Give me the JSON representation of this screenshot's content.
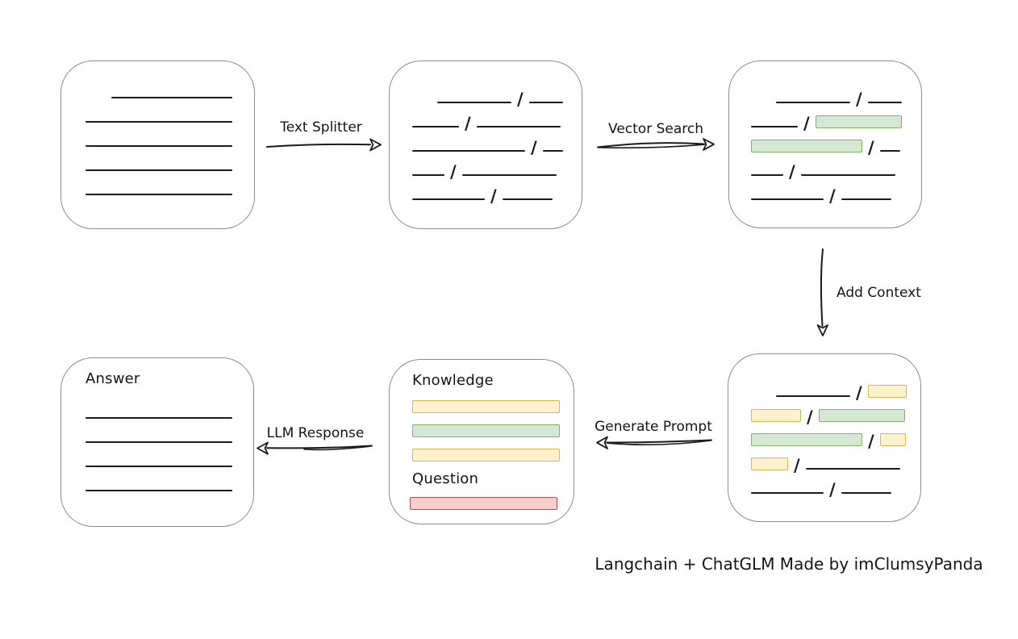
{
  "caption": "Langchain + ChatGLM Made by imClumsyPanda",
  "colors": {
    "box_border": "#8c8c8c",
    "line": "#1b1b1b",
    "green_fill": "#d5e8d4",
    "green_border": "#82b366",
    "yellow_fill": "#fff2cc",
    "yellow_border": "#d6b656",
    "red_fill": "#f8cecc",
    "red_border": "#b85450"
  },
  "arrows": {
    "text_splitter": {
      "label": "Text Splitter"
    },
    "vector_search": {
      "label": "Vector Search"
    },
    "add_context": {
      "label": "Add Context"
    },
    "generate_prompt": {
      "label": "Generate Prompt"
    },
    "llm_response": {
      "label": "LLM Response"
    }
  },
  "nodes": {
    "document": {
      "rows": [
        {
          "indent": 32,
          "segments": [
            {
              "type": "line",
              "w": 150
            }
          ]
        },
        {
          "segments": [
            {
              "type": "line",
              "w": 182
            }
          ]
        },
        {
          "segments": [
            {
              "type": "line",
              "w": 182
            }
          ]
        },
        {
          "segments": [
            {
              "type": "line",
              "w": 182
            }
          ]
        },
        {
          "segments": [
            {
              "type": "line",
              "w": 182
            }
          ]
        }
      ]
    },
    "chunks": {
      "rows": [
        {
          "indent": 31,
          "segments": [
            {
              "type": "line",
              "w": 92
            },
            {
              "type": "slash"
            },
            {
              "type": "line",
              "w": 42
            }
          ]
        },
        {
          "segments": [
            {
              "type": "line",
              "w": 58
            },
            {
              "type": "slash"
            },
            {
              "type": "line",
              "w": 104
            }
          ]
        },
        {
          "segments": [
            {
              "type": "line",
              "w": 140
            },
            {
              "type": "slash"
            },
            {
              "type": "line",
              "w": 25
            }
          ]
        },
        {
          "segments": [
            {
              "type": "line",
              "w": 40
            },
            {
              "type": "slash"
            },
            {
              "type": "line",
              "w": 117
            }
          ]
        },
        {
          "segments": [
            {
              "type": "line",
              "w": 90
            },
            {
              "type": "slash"
            },
            {
              "type": "line",
              "w": 62
            }
          ]
        }
      ]
    },
    "retrieved_chunks": {
      "rows": [
        {
          "indent": 31,
          "segments": [
            {
              "type": "line",
              "w": 92
            },
            {
              "type": "slash"
            },
            {
              "type": "line",
              "w": 42
            }
          ]
        },
        {
          "segments": [
            {
              "type": "line",
              "w": 58
            },
            {
              "type": "slash"
            },
            {
              "type": "green",
              "w": 107
            }
          ]
        },
        {
          "segments": [
            {
              "type": "green",
              "w": 138
            },
            {
              "type": "slash"
            },
            {
              "type": "line",
              "w": 25
            }
          ]
        },
        {
          "segments": [
            {
              "type": "line",
              "w": 40
            },
            {
              "type": "slash"
            },
            {
              "type": "line",
              "w": 117
            }
          ]
        },
        {
          "segments": [
            {
              "type": "line",
              "w": 90
            },
            {
              "type": "slash"
            },
            {
              "type": "line",
              "w": 62
            }
          ]
        }
      ]
    },
    "context_chunks": {
      "rows": [
        {
          "indent": 31,
          "segments": [
            {
              "type": "line",
              "w": 92
            },
            {
              "type": "slash"
            },
            {
              "type": "yellow",
              "w": 48
            }
          ]
        },
        {
          "segments": [
            {
              "type": "yellow",
              "w": 62
            },
            {
              "type": "slash"
            },
            {
              "type": "green",
              "w": 107
            }
          ]
        },
        {
          "segments": [
            {
              "type": "green",
              "w": 138
            },
            {
              "type": "slash"
            },
            {
              "type": "yellow",
              "w": 32
            }
          ]
        },
        {
          "segments": [
            {
              "type": "yellow",
              "w": 46
            },
            {
              "type": "slash"
            },
            {
              "type": "line",
              "w": 117
            }
          ]
        },
        {
          "segments": [
            {
              "type": "line",
              "w": 90
            },
            {
              "type": "slash"
            },
            {
              "type": "line",
              "w": 62
            }
          ]
        }
      ]
    },
    "prompt": {
      "knowledge_label": "Knowledge",
      "question_label": "Question",
      "knowledge_bars": [
        "yellow",
        "green",
        "yellow"
      ],
      "question_bars": [
        "red"
      ]
    },
    "answer": {
      "label": "Answer",
      "rows": [
        {
          "segments": [
            {
              "type": "line",
              "w": 182
            }
          ]
        },
        {
          "segments": [
            {
              "type": "line",
              "w": 182
            }
          ]
        },
        {
          "segments": [
            {
              "type": "line",
              "w": 182
            }
          ]
        },
        {
          "segments": [
            {
              "type": "line",
              "w": 182
            }
          ]
        }
      ]
    }
  }
}
